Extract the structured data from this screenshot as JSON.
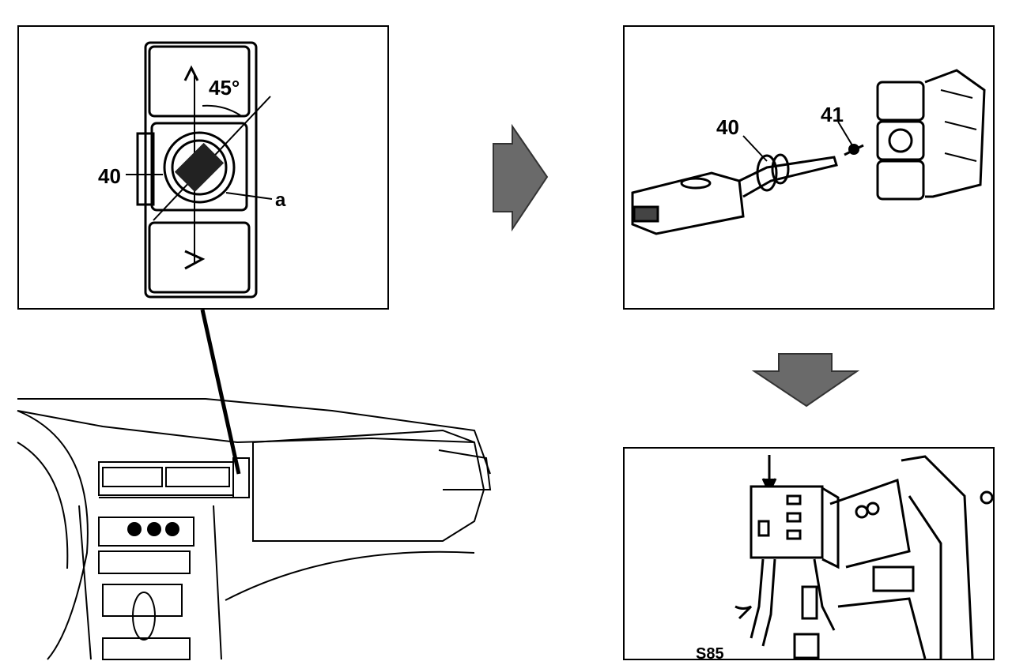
{
  "detail_panel": {
    "label_40": "40",
    "label_45": "45°",
    "label_a": "a"
  },
  "key_panel": {
    "label_40": "40",
    "label_41": "41"
  },
  "connector_panel": {
    "label_s85": "S85"
  },
  "arrows": {
    "color": "#6a6a6a"
  },
  "icons": [
    "arrow-right-icon",
    "arrow-down-icon",
    "key-icon",
    "switch-unit-icon",
    "connector-icon",
    "dashboard-icon"
  ]
}
